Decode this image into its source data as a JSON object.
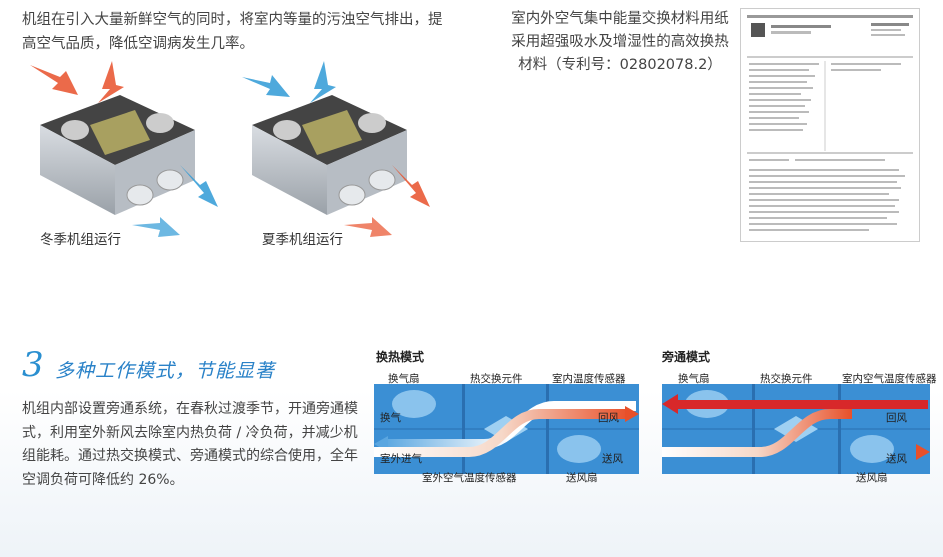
{
  "intro": {
    "text": "机组在引入大量新鲜空气的同时，将室内等量的污浊空气排出，提高空气品质，降低空调病发生几率。"
  },
  "patent": {
    "text": "室内外空气集中能量交换材料用纸采用超强吸水及增湿性的高效换热材料（专利号：02802078.2）"
  },
  "units": {
    "winter_label": "冬季机组运行",
    "summer_label": "夏季机组运行"
  },
  "section": {
    "number": "3",
    "title": "多种工作模式，节能显著",
    "body": "机组内部设置旁通系统，在春秋过渡季节，开通旁通模式，利用室外新风去除室内热负荷 / 冷负荷，并减少机组能耗。通过热交换模式、旁通模式的综合使用，全年空调负荷可降低约 26%。"
  },
  "diagram1": {
    "title": "换热模式",
    "exhaust_fan": "换气扇",
    "core": "热交换元件",
    "indoor_sensor": "室内温度传感器",
    "exhaust": "换气",
    "return": "回风",
    "outdoor_inlet": "室外进气",
    "supply": "送风",
    "outdoor_sensor": "室外空气温度传感器",
    "supply_fan": "送风扇"
  },
  "diagram2": {
    "title": "旁通模式",
    "exhaust_fan": "换气扇",
    "core": "热交换元件",
    "indoor_sensor": "室内空气温度传感器",
    "return": "回风",
    "supply": "送风",
    "supply_fan": "送风扇"
  },
  "colors": {
    "accent": "#2a8fd0",
    "duct": "#3b8fd4",
    "warm": "#e8502a",
    "cool": "#2f9ad6"
  }
}
